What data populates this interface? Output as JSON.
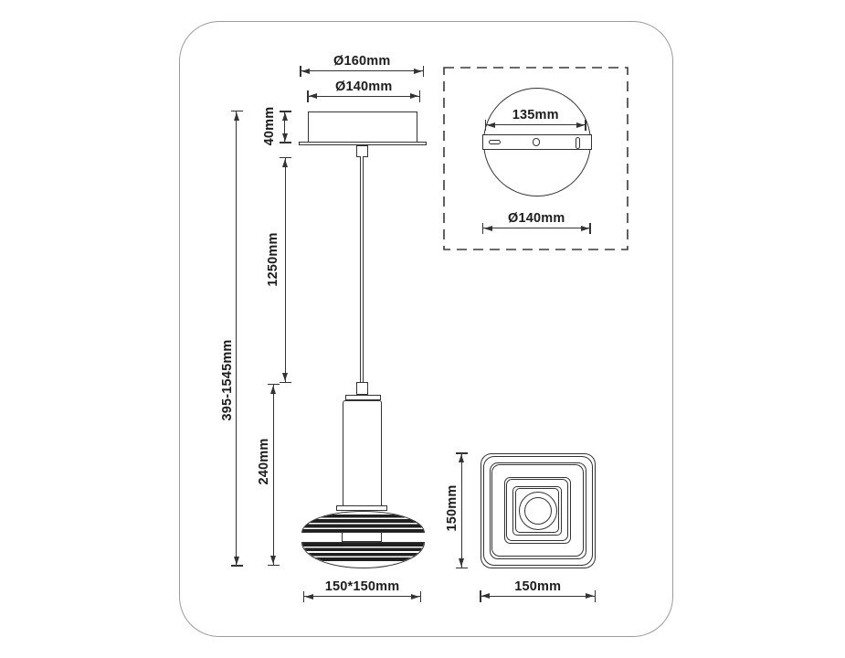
{
  "colors": {
    "line": "#333333",
    "text": "#1d1d1d",
    "stripe": "#1f1f1f",
    "frame_border": "#9b9b9b",
    "background": "#ffffff"
  },
  "front_view": {
    "overall_height": "395-1545mm",
    "canopy_outer_diameter": "Ø160mm",
    "canopy_diameter": "Ø140mm",
    "canopy_height": "40mm",
    "cord_length": "1250mm",
    "body_height": "240mm",
    "shade_size": "150*150mm"
  },
  "mount_top_view": {
    "bracket_width": "135mm",
    "plate_diameter": "Ø140mm"
  },
  "bottom_view": {
    "depth": "150mm",
    "width": "150mm"
  }
}
